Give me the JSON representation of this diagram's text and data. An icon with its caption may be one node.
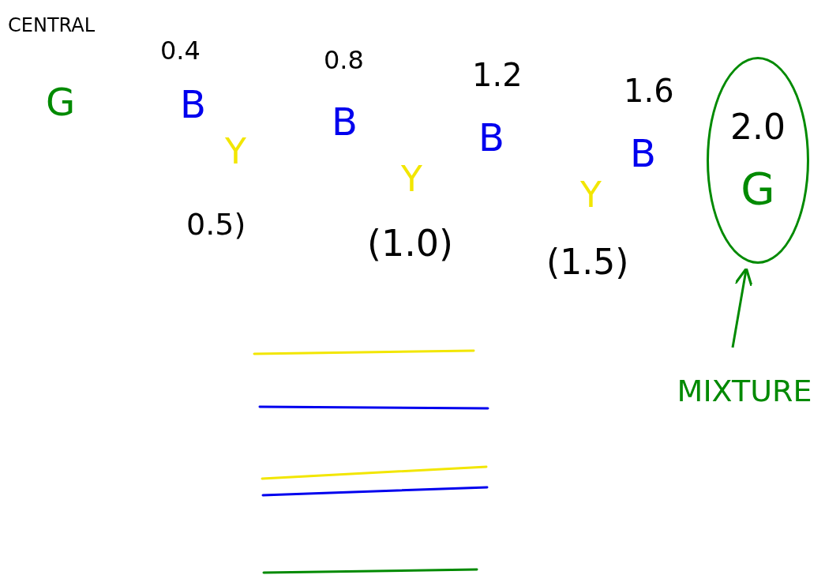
{
  "diagram": {
    "nodes": [
      {
        "text": [
          "2.0",
          "G"
        ]
      },
      {
        "text": [
          "MIXTURE"
        ]
      }
    ],
    "edges": [
      {
        "from": 1,
        "to": 0,
        "arrow": "to"
      }
    ],
    "labels": [
      "CENTRAL",
      "0.4",
      "0.8",
      "1.2",
      "1.6",
      "G",
      "B",
      "B",
      "B",
      "B",
      "Y",
      "Y",
      "Y",
      "0.5)",
      "(1.0)",
      "(1.5)"
    ]
  }
}
